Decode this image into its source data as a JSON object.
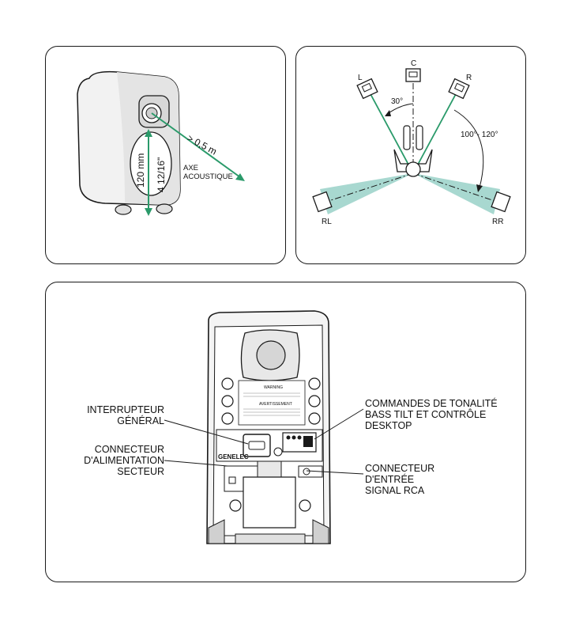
{
  "speaker_panel": {
    "dimension_mm": "120 mm",
    "dimension_in": "4 12/16\"",
    "distance": "> 0,5 m",
    "axis_label_1": "AXE",
    "axis_label_2": "ACOUSTIQUE"
  },
  "surround_panel": {
    "speakers": [
      "L",
      "C",
      "R",
      "RL",
      "RR"
    ],
    "angle_front": "30°",
    "angle_rear": "100°- 120°"
  },
  "rear_panel": {
    "callouts": {
      "power_switch": [
        "INTERRUPTEUR",
        "GÉNÉRAL"
      ],
      "power_connector": [
        "CONNECTEUR",
        "D'ALIMENTATION",
        "SECTEUR"
      ],
      "tone_controls": [
        "COMMANDES DE TONALITÉ",
        "BASS TILT ET CONTRÔLE",
        "DESKTOP"
      ],
      "rca_input": [
        "CONNECTEUR",
        "D'ENTRÉE",
        "SIGNAL RCA"
      ]
    },
    "brand": "GENELEC",
    "warning_title": "WARNING",
    "warning_title_fr": "AVERTISSEMENT"
  },
  "colors": {
    "accent": "#2a9a6a",
    "beam": "#a8d8d0",
    "line": "#1a1a1a"
  }
}
